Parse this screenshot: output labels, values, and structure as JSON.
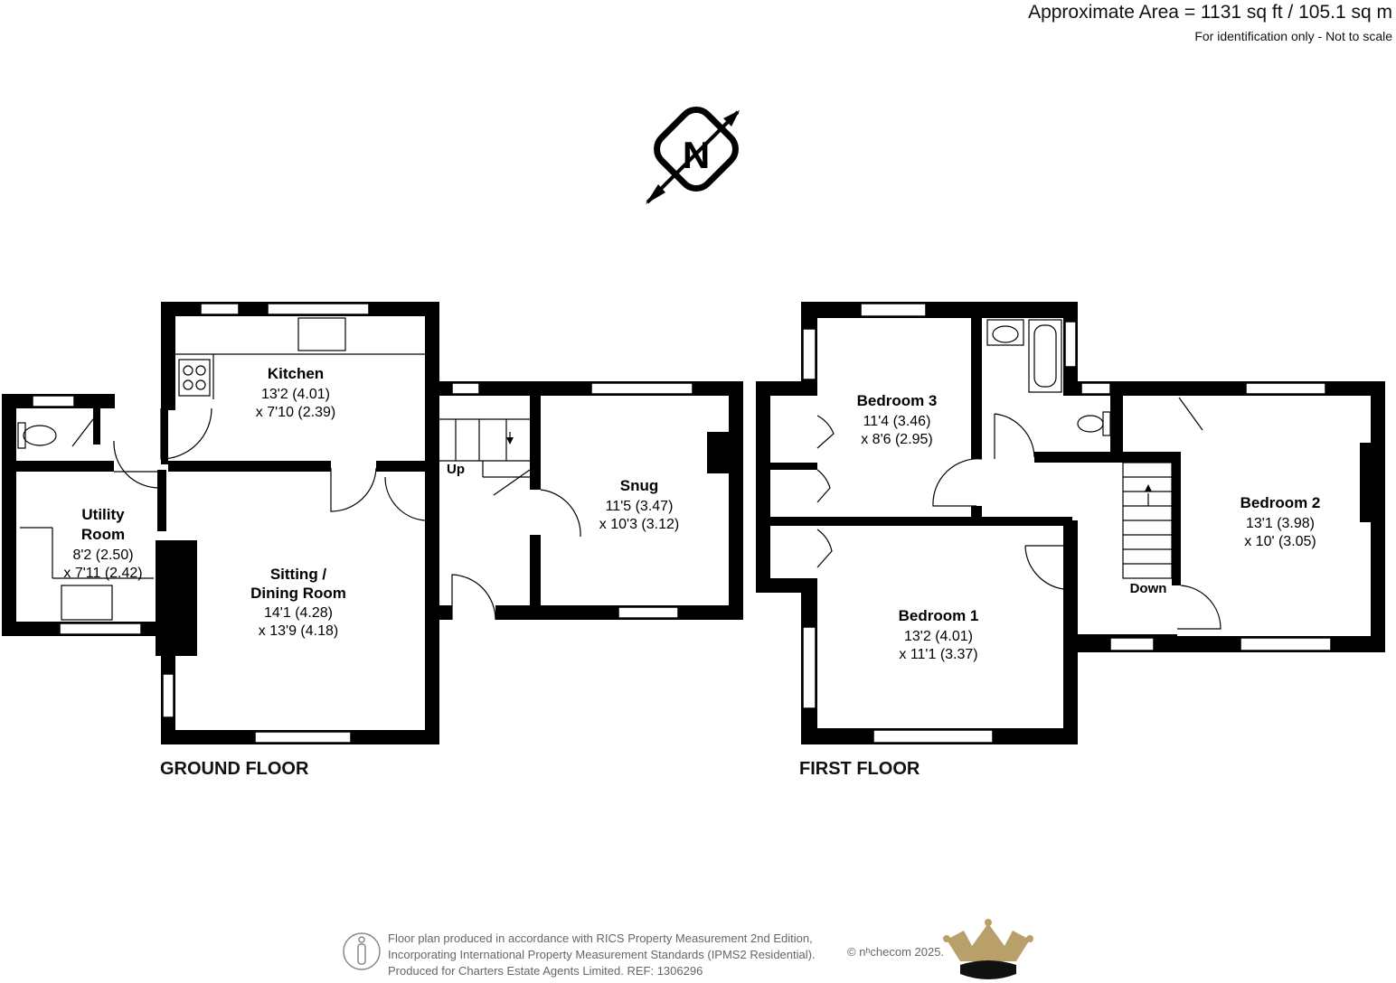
{
  "header": {
    "area": "Approximate Area = 1131 sq ft / 105.1 sq m",
    "disclaimer": "For identification only - Not to scale"
  },
  "compass": {
    "letter": "N",
    "icon": "north-compass-icon"
  },
  "ground_floor": {
    "title": "GROUND FLOOR",
    "stairs_label": "Up",
    "rooms": {
      "kitchen": {
        "name": "Kitchen",
        "dim1": "13'2 (4.01)",
        "dim2": "x 7'10 (2.39)"
      },
      "utility": {
        "name1": "Utility",
        "name2": "Room",
        "dim1": "8'2 (2.50)",
        "dim2": "x 7'11 (2.42)"
      },
      "sitting": {
        "name1": "Sitting /",
        "name2": "Dining Room",
        "dim1": "14'1 (4.28)",
        "dim2": "x 13'9 (4.18)"
      },
      "snug": {
        "name": "Snug",
        "dim1": "11'5 (3.47)",
        "dim2": "x 10'3 (3.12)"
      }
    }
  },
  "first_floor": {
    "title": "FIRST FLOOR",
    "stairs_label": "Down",
    "rooms": {
      "bedroom3": {
        "name": "Bedroom 3",
        "dim1": "11'4 (3.46)",
        "dim2": "x 8'6 (2.95)"
      },
      "bedroom1": {
        "name": "Bedroom 1",
        "dim1": "13'2 (4.01)",
        "dim2": "x 11'1 (3.37)"
      },
      "bedroom2": {
        "name": "Bedroom 2",
        "dim1": "13'1 (3.98)",
        "dim2": "x 10' (3.05)"
      }
    }
  },
  "footer": {
    "line1": "Floor plan produced in accordance with RICS Property Measurement 2nd Edition,",
    "line2": "Incorporating International Property Measurement Standards (IPMS2 Residential).",
    "line3": "Produced for Charters Estate Agents Limited.   REF: 1306296",
    "brand": "© nʰchecom 2025.",
    "logo_icon": "crown-logo-icon",
    "person_icon": "person-icon"
  },
  "colors": {
    "wall": "#000000",
    "crown_gold": "#b9a06a",
    "footer_text": "#666666"
  }
}
